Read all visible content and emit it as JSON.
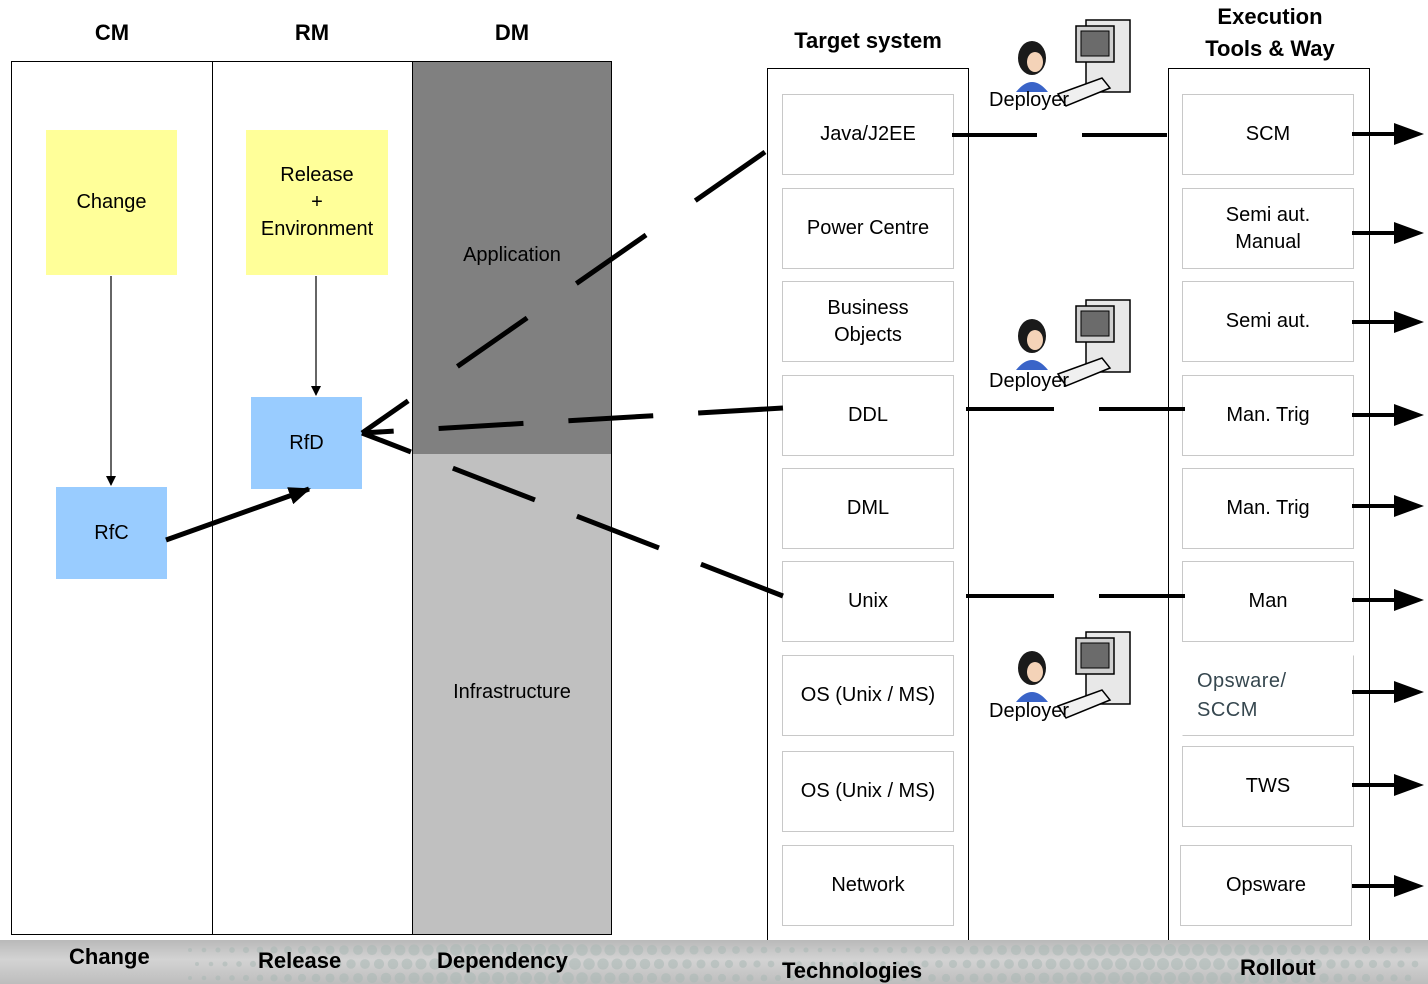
{
  "headers": {
    "cm": "CM",
    "rm": "RM",
    "dm": "DM",
    "target": "Target system",
    "execution_line1": "Execution",
    "execution_line2": "Tools & Way"
  },
  "notes": {
    "change": "Change",
    "release_env": "Release\n+\nEnvironment"
  },
  "boxes": {
    "rfc": "RfC",
    "rfd": "RfD"
  },
  "dm_zones": {
    "application": "Application",
    "infrastructure": "Infrastructure"
  },
  "target_systems": [
    "Java/J2EE",
    "Power Centre",
    "Business\nObjects",
    "DDL",
    "DML",
    "Unix",
    "OS (Unix / MS)",
    "OS (Unix / MS)",
    "Network"
  ],
  "execution_tools": [
    "SCM",
    "Semi aut.\nManual",
    "Semi aut.",
    "Man. Trig",
    "Man. Trig",
    "Man",
    "Opsware/\nSCCM",
    "TWS",
    "Opsware"
  ],
  "deployers": [
    "Deployer",
    "Deployer",
    "Deployer"
  ],
  "footer": {
    "change": "Change",
    "release": "Release",
    "dependency": "Dependency",
    "technologies": "Technologies",
    "rollout": "Rollout"
  },
  "colors": {
    "note_yellow": "#ffff99",
    "box_blue": "#99ccff",
    "application_gray": "#808080",
    "infrastructure_gray": "#c0c0c0",
    "footer_gray": "#c4c4c4"
  },
  "icons": [
    "person-icon",
    "computer-icon",
    "arrow-right-icon"
  ]
}
